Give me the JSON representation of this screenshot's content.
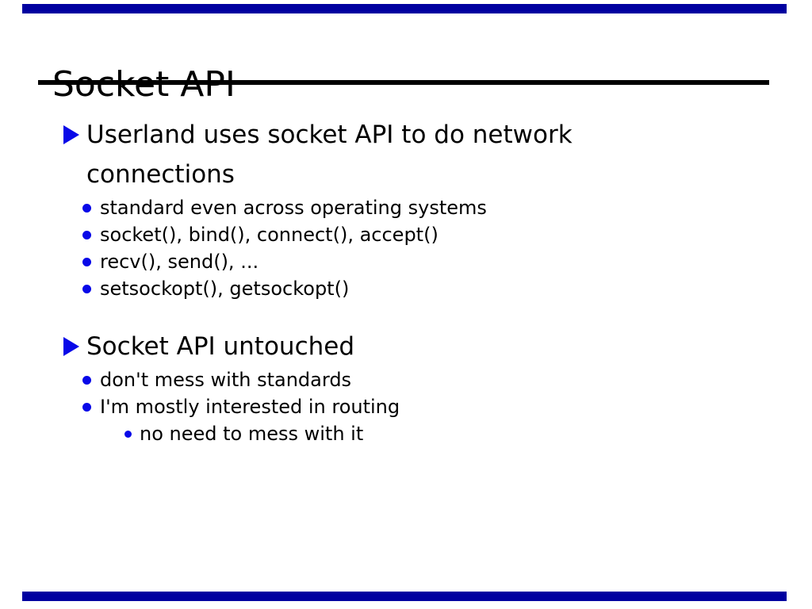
{
  "slide": {
    "title": "Socket API",
    "colors": {
      "bar": "#0000A0",
      "bullet": "#0808E8",
      "rule": "#000000",
      "text": "#000000",
      "background": "#ffffff"
    },
    "sections": [
      {
        "heading": "Userland uses socket API to do network connections",
        "items": [
          {
            "level": 2,
            "text": "standard even across operating systems"
          },
          {
            "level": 2,
            "text": "socket(), bind(), connect(), accept()"
          },
          {
            "level": 2,
            "text": "recv(), send(), ..."
          },
          {
            "level": 2,
            "text": "setsockopt(), getsockopt()"
          }
        ]
      },
      {
        "heading": "Socket API untouched",
        "items": [
          {
            "level": 2,
            "text": "don't mess with standards"
          },
          {
            "level": 2,
            "text": "I'm mostly interested in routing"
          },
          {
            "level": 3,
            "text": "no need to mess with it"
          }
        ]
      }
    ]
  }
}
